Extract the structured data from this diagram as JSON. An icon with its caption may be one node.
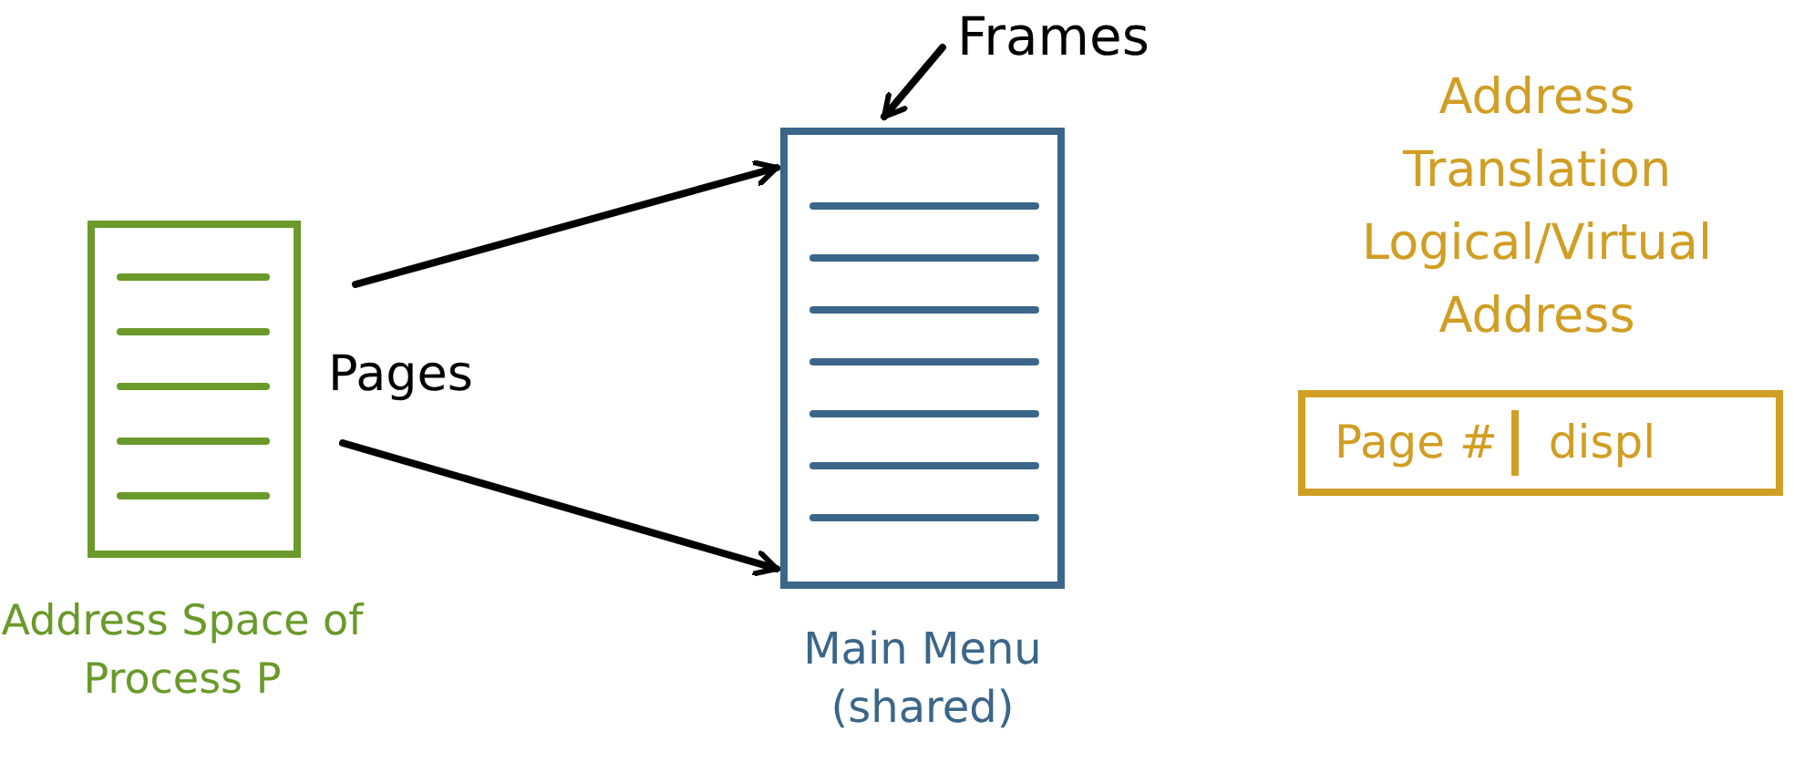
{
  "diagram": {
    "nodes": [
      {
        "text": [
          "Address Space of Process P"
        ]
      },
      {
        "text": [
          "Main Menu (shared)"
        ]
      },
      {
        "text": [
          "Frames"
        ]
      },
      {
        "text": [
          "Page #",
          "displ"
        ]
      }
    ],
    "edges": [
      {
        "from": 0,
        "to": 1,
        "arrow": "to"
      },
      {
        "from": 0,
        "to": 1,
        "arrow": "to"
      },
      {
        "from": 2,
        "to": 1,
        "arrow": "to"
      }
    ],
    "labels": [
      "Pages",
      "Address Translation Logical/Virtual Address"
    ]
  }
}
